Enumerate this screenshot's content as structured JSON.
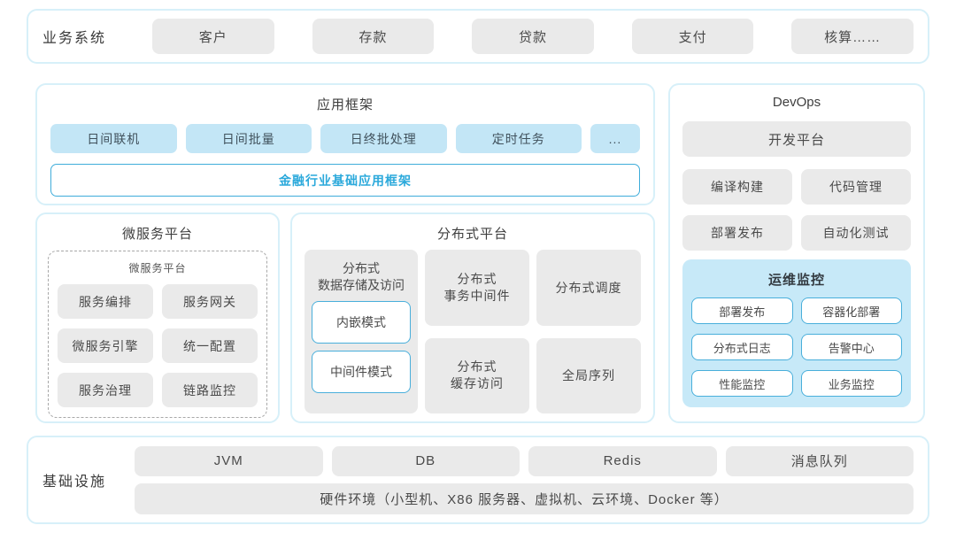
{
  "colors": {
    "accent_blue": "#2BA9DB",
    "light_blue_box": "#C3E6F6",
    "monitor_panel_blue": "#C7E9F8",
    "gray_box": "#EAEAEA",
    "card_border": "#D7F0F9"
  },
  "business_systems": {
    "label": "业务系统",
    "items": [
      "客户",
      "存款",
      "贷款",
      "支付",
      "核算……"
    ]
  },
  "app_framework": {
    "title": "应用框架",
    "items": [
      "日间联机",
      "日间批量",
      "日终批处理",
      "定时任务",
      "..."
    ],
    "base": "金融行业基础应用框架"
  },
  "microservices": {
    "title": "微服务平台",
    "inner_title": "微服务平台",
    "items": [
      "服务编排",
      "服务网关",
      "微服务引擎",
      "统一配置",
      "服务治理",
      "链路监控"
    ]
  },
  "distributed": {
    "title": "分布式平台",
    "storage": {
      "label": "分布式\n数据存储及访问",
      "modes": [
        "内嵌模式",
        "中间件模式"
      ]
    },
    "cells": [
      "分布式\n事务中间件",
      "分布式调度",
      "分布式\n缓存访问",
      "全局序列"
    ]
  },
  "devops": {
    "title": "DevOps",
    "platform": "开发平台",
    "items": [
      "编译构建",
      "代码管理",
      "部署发布",
      "自动化测试"
    ],
    "monitoring": {
      "title": "运维监控",
      "items": [
        "部署发布",
        "容器化部署",
        "分布式日志",
        "告警中心",
        "性能监控",
        "业务监控"
      ]
    }
  },
  "infrastructure": {
    "label": "基础设施",
    "items": [
      "JVM",
      "DB",
      "Redis",
      "消息队列"
    ],
    "hardware": "硬件环境（小型机、X86 服务器、虚拟机、云环境、Docker 等）"
  }
}
